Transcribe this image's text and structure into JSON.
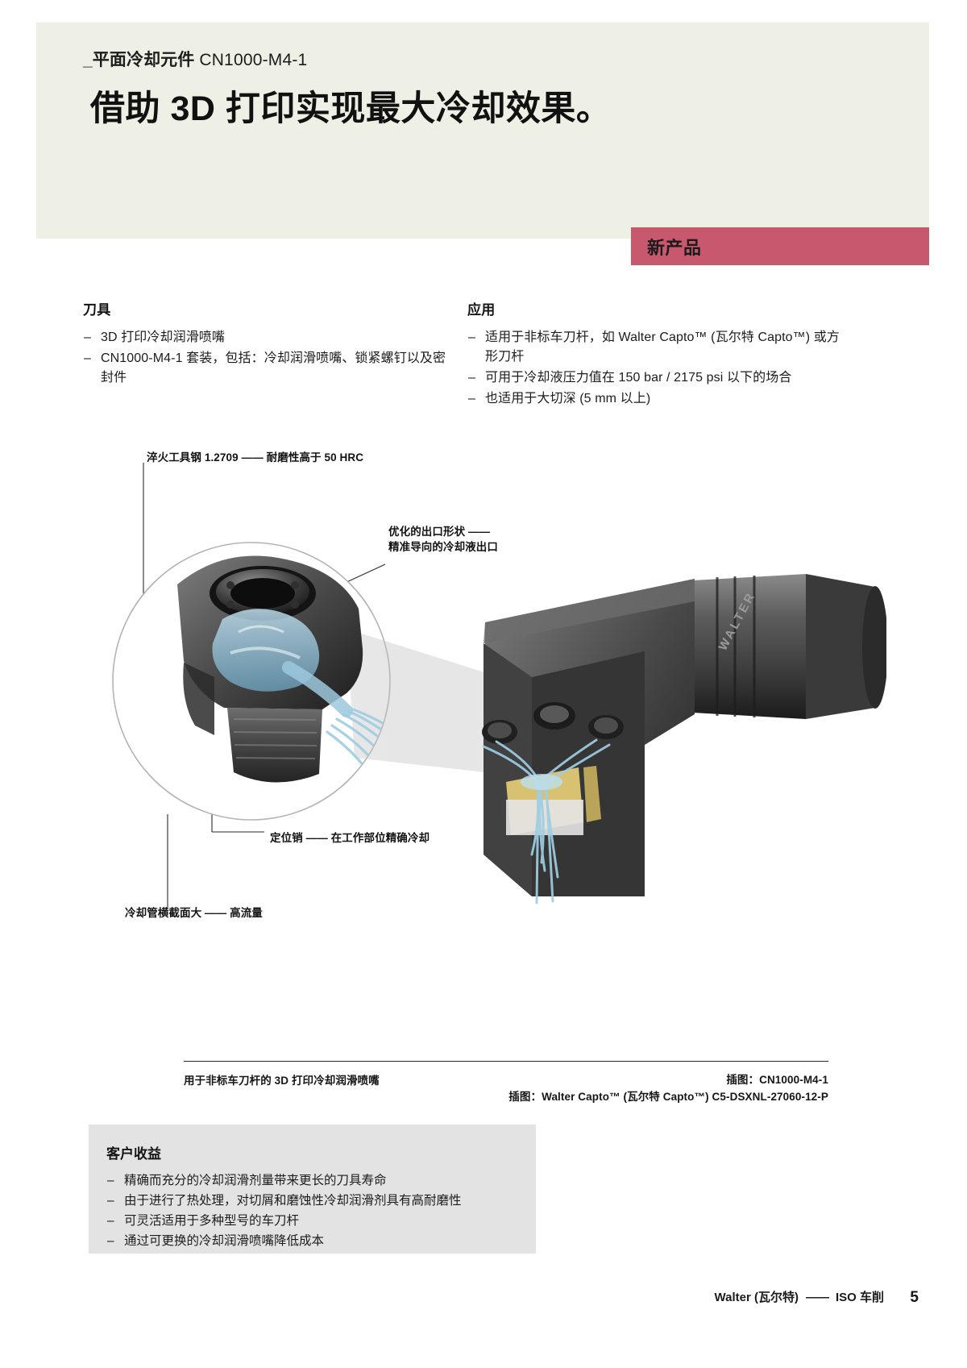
{
  "header": {
    "eyebrow_prefix": "_平面冷却元件 ",
    "eyebrow_code": "CN1000-M4-1",
    "headline": "借助 3D 打印实现最大冷却效果。",
    "band_color": "#eef0e6"
  },
  "badge": {
    "label": "新产品",
    "color": "#c8586e"
  },
  "specs": {
    "tools": {
      "title": "刀具",
      "items": [
        "3D 打印冷却润滑喷嘴",
        "CN1000-M4-1 套装，包括：冷却润滑喷嘴、锁紧螺钉以及密封件"
      ]
    },
    "applications": {
      "title": "应用",
      "items": [
        "适用于非标车刀杆，如 Walter Capto™ (瓦尔特 Capto™) 或方形刀杆",
        "可用于冷却液压力值在 150 bar / 2175 psi 以下的场合",
        "也适用于大切深 (5 mm 以上)"
      ]
    }
  },
  "figure": {
    "annotations": [
      "淬火工具钢 1.2709 —— 耐磨性高于 50 HRC",
      "优化的出口形状 ——",
      "精准导向的冷却液出口",
      "定位销 —— 在工作部位精确冷却",
      "冷却管横截面大 —— 高流量"
    ],
    "brand_mark": "WALTER"
  },
  "captions": {
    "left": "用于非标车刀杆的 3D 打印冷却润滑喷嘴",
    "right_line1": "插图：CN1000-M4-1",
    "right_line2": "插图：Walter Capto™ (瓦尔特 Capto™) C5-DSXNL-27060-12-P"
  },
  "benefits": {
    "title": "客户收益",
    "items": [
      "精确而充分的冷却润滑剂量带来更长的刀具寿命",
      "由于进行了热处理，对切屑和磨蚀性冷却润滑剂具有高耐磨性",
      "可灵活适用于多种型号的车刀杆",
      "通过可更换的冷却润滑喷嘴降低成本"
    ],
    "box_color": "#e3e3e3"
  },
  "footer": {
    "brand": "Walter (瓦尔特)",
    "separator": "——",
    "section": "ISO 车削",
    "page": "5"
  }
}
